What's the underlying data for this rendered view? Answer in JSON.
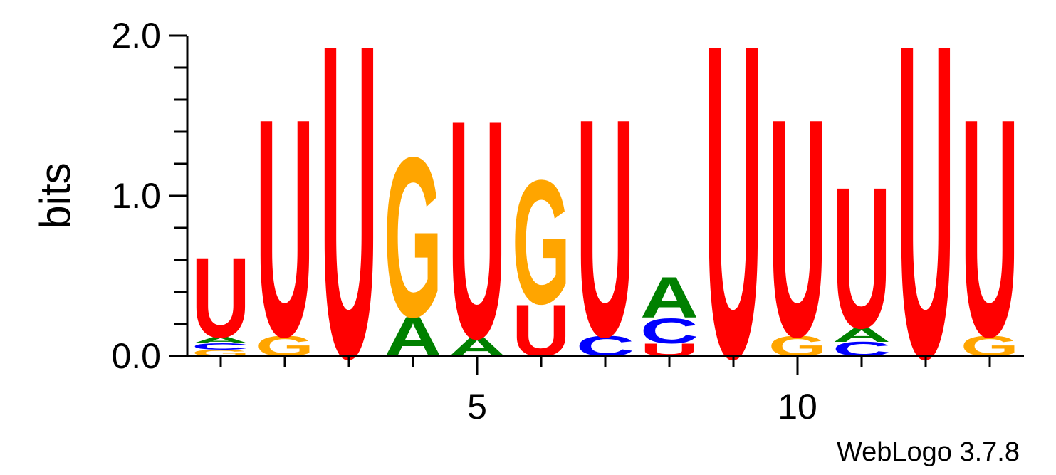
{
  "chart_data": {
    "type": "sequence-logo",
    "ylabel": "bits",
    "ylim": [
      0,
      2
    ],
    "yticks": [
      "0.0",
      "1.0",
      "2.0"
    ],
    "xticks": [
      "5",
      "10"
    ],
    "credit": "WebLogo 3.7.8",
    "colors": {
      "U": "#ff0000",
      "G": "#ffa500",
      "A": "#008000",
      "C": "#0000ff"
    },
    "positions": [
      {
        "pos": 1,
        "stack": [
          [
            "G",
            0.04
          ],
          [
            "C",
            0.04
          ],
          [
            "A",
            0.04
          ],
          [
            "U",
            0.51
          ]
        ]
      },
      {
        "pos": 2,
        "stack": [
          [
            "G",
            0.13
          ],
          [
            "U",
            1.39
          ]
        ]
      },
      {
        "pos": 3,
        "stack": [
          [
            "U",
            2.0
          ]
        ]
      },
      {
        "pos": 4,
        "stack": [
          [
            "A",
            0.25
          ],
          [
            "G",
            1.02
          ]
        ]
      },
      {
        "pos": 5,
        "stack": [
          [
            "A",
            0.12
          ],
          [
            "U",
            1.39
          ]
        ]
      },
      {
        "pos": 6,
        "stack": [
          [
            "U",
            0.33
          ],
          [
            "G",
            0.79
          ]
        ]
      },
      {
        "pos": 7,
        "stack": [
          [
            "C",
            0.13
          ],
          [
            "U",
            1.39
          ]
        ]
      },
      {
        "pos": 8,
        "stack": [
          [
            "U",
            0.08
          ],
          [
            "C",
            0.16
          ],
          [
            "A",
            0.26
          ]
        ]
      },
      {
        "pos": 9,
        "stack": [
          [
            "U",
            2.0
          ]
        ]
      },
      {
        "pos": 10,
        "stack": [
          [
            "G",
            0.13
          ],
          [
            "U",
            1.39
          ]
        ]
      },
      {
        "pos": 11,
        "stack": [
          [
            "C",
            0.09
          ],
          [
            "A",
            0.09
          ],
          [
            "U",
            0.9
          ]
        ]
      },
      {
        "pos": 12,
        "stack": [
          [
            "U",
            2.0
          ]
        ]
      },
      {
        "pos": 13,
        "stack": [
          [
            "G",
            0.13
          ],
          [
            "U",
            1.39
          ]
        ]
      }
    ]
  }
}
